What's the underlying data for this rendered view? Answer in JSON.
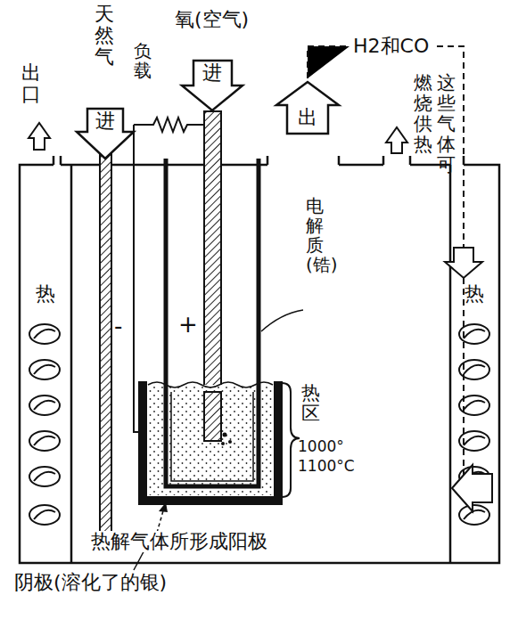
{
  "diagram": {
    "labels": [
      "出口",
      "天然气",
      "进",
      "氧(空气)",
      "进",
      "负载",
      "H2和CO",
      "出",
      "这些气体可",
      "燃烧供热",
      "电解质(锆)",
      "热",
      "热",
      "-",
      "+",
      "热区",
      "1000°",
      "1100°C",
      "热解气体所形成阳极",
      "阴极(溶化了的银)"
    ]
  }
}
